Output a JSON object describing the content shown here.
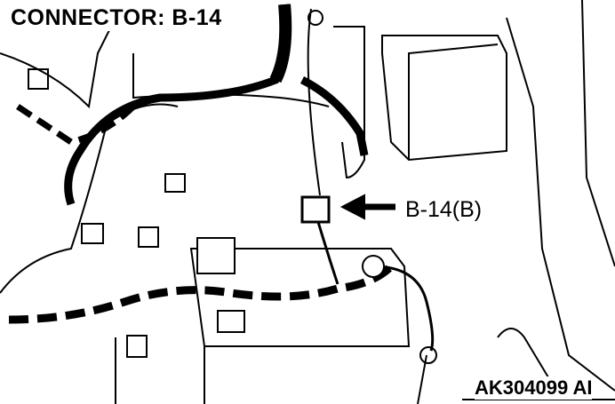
{
  "title": "CONNECTOR: B-14",
  "callout_label": "B-14(B)",
  "figure_code": "AK304099 AI",
  "colors": {
    "line": "#000000",
    "background": "#ffffff"
  }
}
